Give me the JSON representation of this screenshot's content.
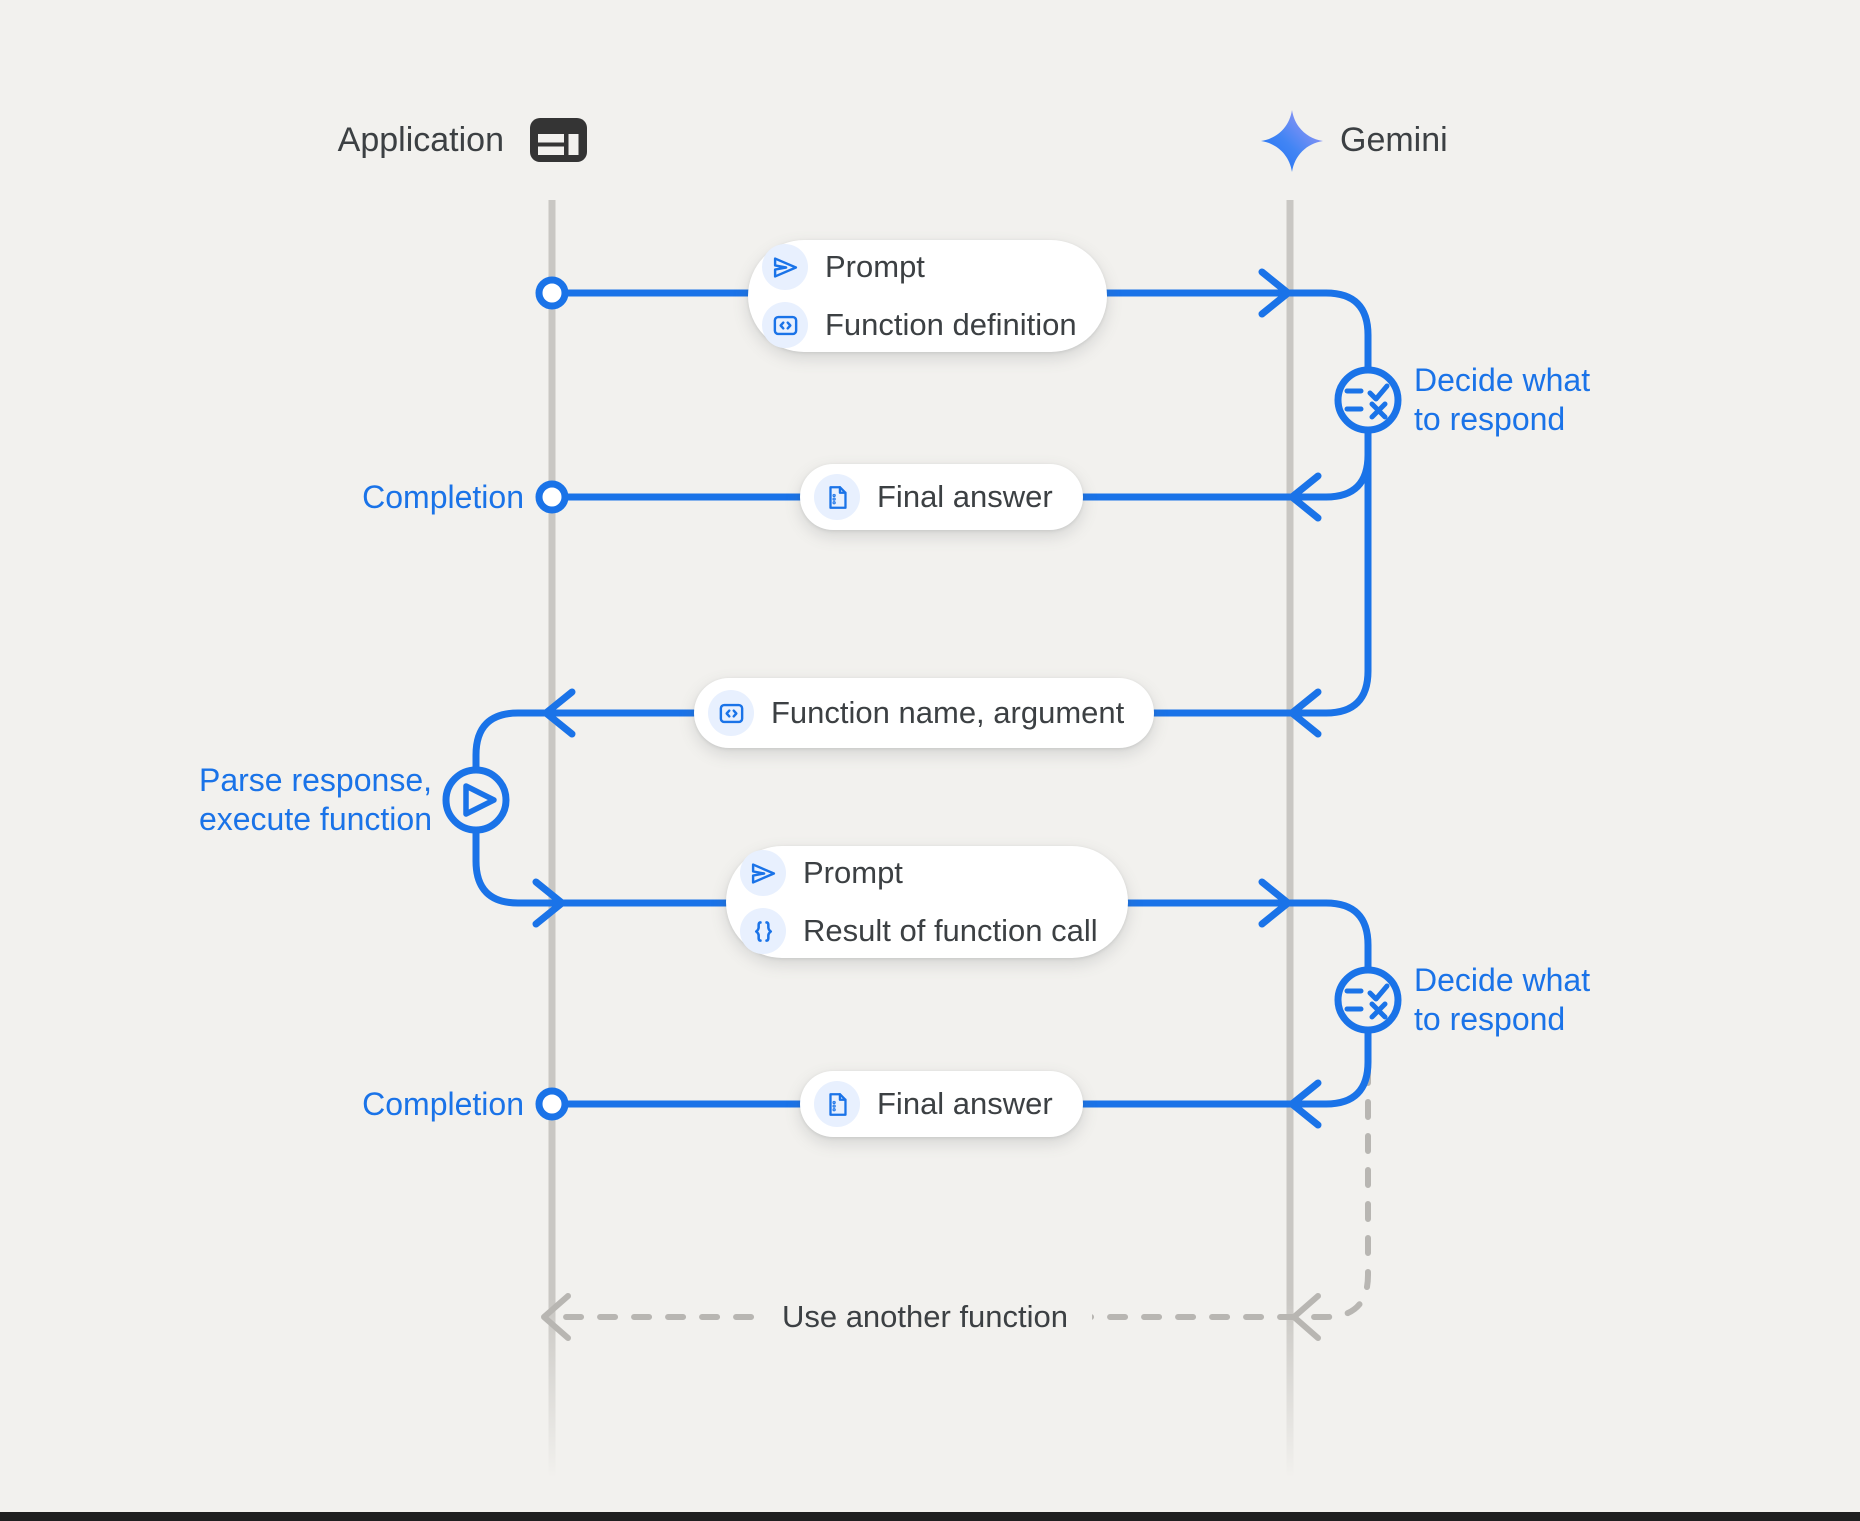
{
  "actors": {
    "application": {
      "label": "Application",
      "icon": "app-window-icon"
    },
    "gemini": {
      "label": "Gemini",
      "icon": "gemini-sparkle-icon"
    }
  },
  "pills": {
    "request1": {
      "rows": [
        {
          "icon": "send-icon",
          "label": "Prompt"
        },
        {
          "icon": "code-icon",
          "label": "Function definition"
        }
      ]
    },
    "response1": {
      "rows": [
        {
          "icon": "document-icon",
          "label": "Final answer"
        }
      ]
    },
    "function_call": {
      "rows": [
        {
          "icon": "code-icon",
          "label": "Function name, argument"
        }
      ]
    },
    "request2": {
      "rows": [
        {
          "icon": "send-icon",
          "label": "Prompt"
        },
        {
          "icon": "braces-icon",
          "label": "Result of function call"
        }
      ]
    },
    "response2": {
      "rows": [
        {
          "icon": "document-icon",
          "label": "Final answer"
        }
      ]
    }
  },
  "annotations": {
    "completion1": "Completion",
    "completion2": "Completion",
    "decide1": {
      "line1": "Decide what",
      "line2": "to respond"
    },
    "decide2": {
      "line1": "Decide what",
      "line2": "to respond"
    },
    "parse": {
      "line1": "Parse response,",
      "line2": "execute function"
    },
    "use_another_function": "Use another function"
  },
  "icons": {
    "app-window-icon": "dark browser-window layout glyph",
    "gemini-sparkle-icon": "blue-purple four-point star",
    "send-icon": "outlined paper plane",
    "code-icon": "angle brackets in rounded square",
    "document-icon": "page with folded corner and list dots",
    "braces-icon": "curly braces",
    "rule-icon": "two dashes with check and cross",
    "play-icon": "outlined play triangle"
  },
  "colors": {
    "accent_blue": "#1a73e8",
    "icon_chip_bg": "#e8f0fe",
    "lifeline_gray": "#c9c7c3",
    "dashed_gray": "#b8b6b2",
    "text_dark": "#3c4043",
    "background": "#f2f1ee",
    "bottom_edge": "#1f1f1f"
  }
}
